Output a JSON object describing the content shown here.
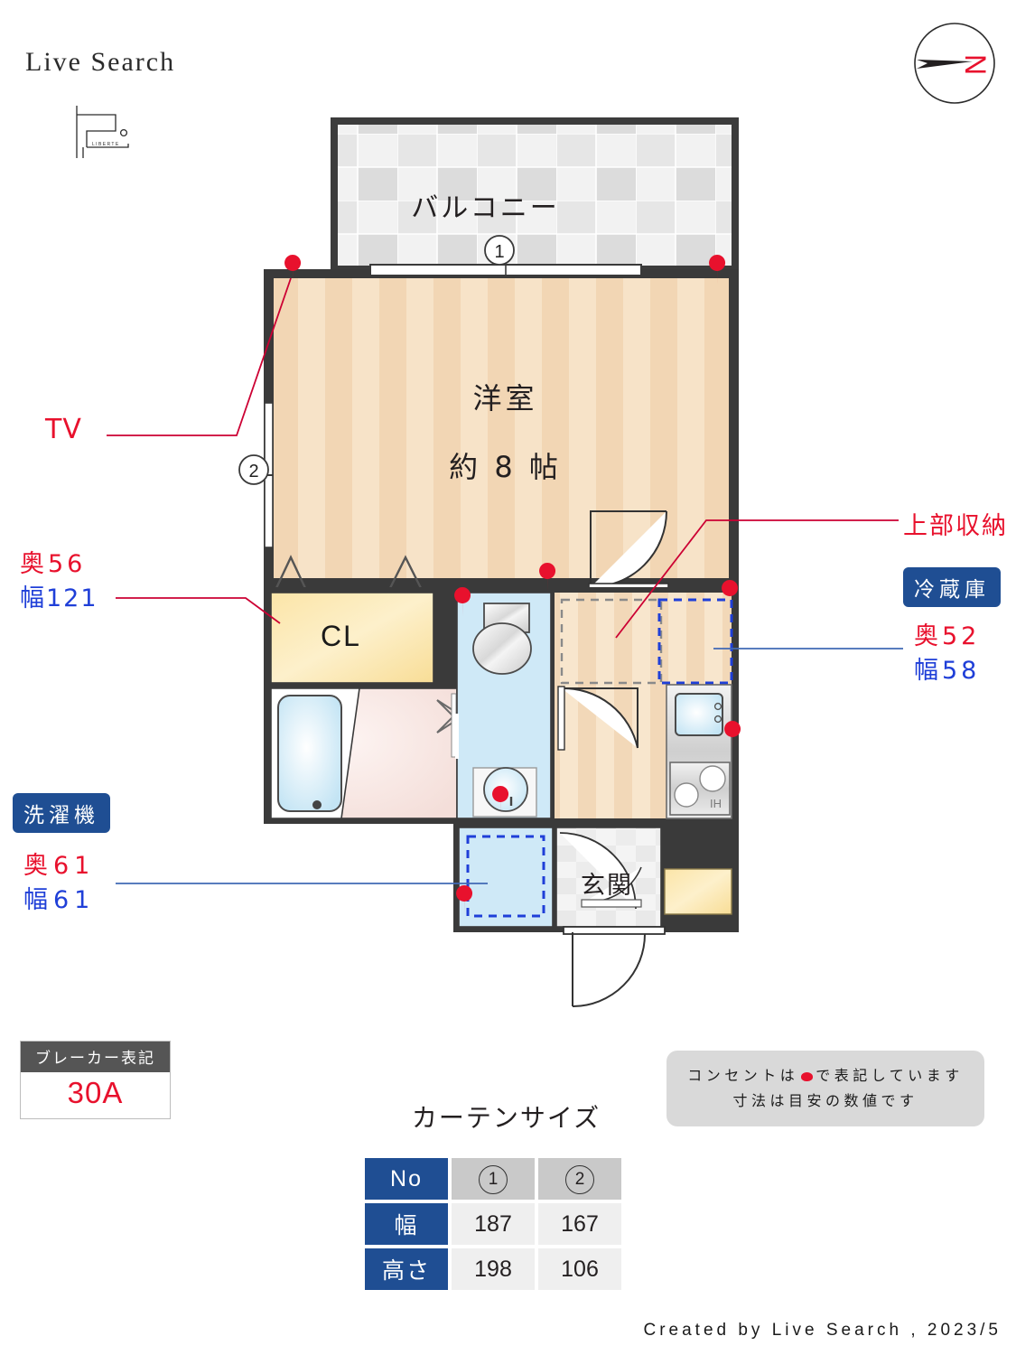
{
  "header": {
    "brand": "Live Search",
    "logo_name": "liberte-logo",
    "compass_label": "N"
  },
  "plan": {
    "balcony_label": "バルコニー",
    "room_name": "洋室",
    "room_size": "約 8 帖",
    "closet_label": "CL",
    "entrance_label": "玄関",
    "window_markers": [
      {
        "id": "1",
        "label": "1"
      },
      {
        "id": "2",
        "label": "2"
      }
    ],
    "icons": {
      "bathtub": "bathtub-icon",
      "toilet": "toilet-icon",
      "washbasin": "washbasin-icon",
      "sink": "kitchen-sink-icon",
      "stove": "ih-stove-icon",
      "stove_label": "IH",
      "outlet": "power-outlet-marker"
    }
  },
  "annotations": {
    "tv": "TV",
    "closet": {
      "depth_label": "奥",
      "depth_value": "56",
      "width_label": "幅",
      "width_value": "121"
    },
    "upper_storage": "上部収納",
    "fridge": {
      "badge": "冷蔵庫",
      "depth_label": "奥",
      "depth_value": "52",
      "width_label": "幅",
      "width_value": "58"
    },
    "washer": {
      "badge": "洗濯機",
      "depth_label": "奥",
      "depth_value": "61",
      "width_label": "幅",
      "width_value": "61"
    }
  },
  "breaker": {
    "title": "ブレーカー表記",
    "value": "30A"
  },
  "note": {
    "line1_before": "コンセントは",
    "line1_after": "で表記しています",
    "line2": "寸法は目安の数値です"
  },
  "curtain": {
    "title": "カーテンサイズ",
    "row_headers": [
      "No",
      "幅",
      "高さ"
    ],
    "columns": [
      "1",
      "2"
    ],
    "width_values": [
      "187",
      "167"
    ],
    "height_values": [
      "198",
      "106"
    ]
  },
  "footer": {
    "text": "Created by Live Search , 2023/5"
  },
  "colors": {
    "accent_red": "#e8112d",
    "accent_blue": "#1f3fd8",
    "badge_blue": "#1f4e93",
    "wall": "#3a3a3a",
    "floor_wood": "#f6e0c4",
    "closet_yellow": "#f7dc92",
    "water_blue": "#cfe9f7",
    "washroom_pink": "#f7e3e0"
  }
}
